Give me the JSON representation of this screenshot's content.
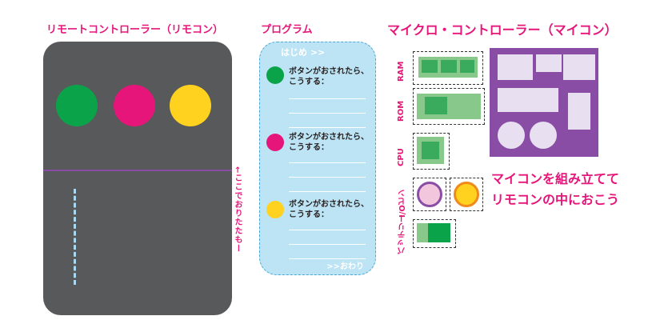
{
  "remote": {
    "title": "リモートコントローラー（リモコン）",
    "buttons": [
      "#0aa34a",
      "#e6157a",
      "#ffd21f"
    ],
    "fold_note": "←ここでおりたたもー"
  },
  "program": {
    "title": "プログラム",
    "start": "はじめ >>",
    "end": ">>おわり",
    "steps": [
      {
        "color": "#0aa34a",
        "line1": "ボタンがおされたら、",
        "line2": "こうする："
      },
      {
        "color": "#e6157a",
        "line1": "ボタンがおされたら、",
        "line2": "こうする："
      },
      {
        "color": "#ffd21f",
        "line1": "ボタンがおされたら、",
        "line2": "こうする："
      }
    ]
  },
  "mcu": {
    "title": "マイクロ・コントローラー（マイコン）",
    "components": {
      "ram": "RAM",
      "rom": "ROM",
      "cpu": "CPU",
      "io": "I/Oピン",
      "battery": "バッテリー"
    },
    "instructions": [
      "マイコンを組み立てて",
      "リモコンの中におこう"
    ]
  },
  "colors": {
    "accent": "#e6157a",
    "board": "#8a4da6",
    "remote": "#58595b",
    "card": "#bde4f4"
  }
}
